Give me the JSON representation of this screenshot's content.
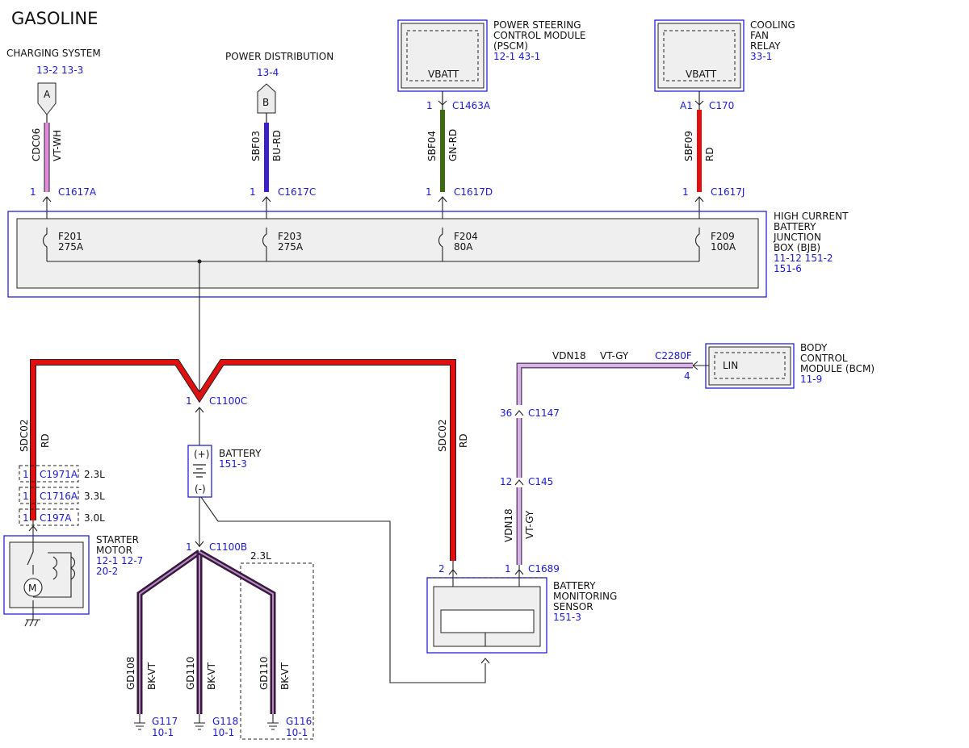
{
  "title": "GASOLINE",
  "components": {
    "charging": {
      "label": "CHARGING SYSTEM",
      "refs": "13-2  13-3",
      "connector": "A"
    },
    "power_dist": {
      "label": "POWER DISTRIBUTION",
      "refs": "13-4",
      "connector": "B"
    },
    "pscm": {
      "label_1": "POWER STEERING",
      "label_2": "CONTROL MODULE",
      "label_3": "(PSCM)",
      "refs": "12-1  43-1",
      "pin_label": "VBATT"
    },
    "cooling_fan": {
      "label_1": "COOLING",
      "label_2": "FAN",
      "label_3": "RELAY",
      "refs": "33-1",
      "pin_label": "VBATT"
    },
    "bjb": {
      "label_1": "HIGH CURRENT",
      "label_2": "BATTERY",
      "label_3": "JUNCTION",
      "label_4": "BOX (BJB)",
      "refs_1": "11-12  151-2",
      "refs_2": "151-6"
    },
    "bcm": {
      "label_1": "BODY",
      "label_2": "CONTROL",
      "label_3": "MODULE (BCM)",
      "refs": "11-9",
      "pin_label": "LIN"
    },
    "battery": {
      "label": "BATTERY",
      "refs": "151-3",
      "plus": "(+)",
      "minus": "(-)"
    },
    "starter": {
      "label_1": "STARTER",
      "label_2": "MOTOR",
      "refs_1": "12-1  12-7",
      "refs_2": "20-2"
    },
    "bms": {
      "label_1": "BATTERY",
      "label_2": "MONITORING",
      "label_3": "SENSOR",
      "refs": "151-3"
    }
  },
  "fuses": [
    {
      "name": "F201",
      "rating": "275A"
    },
    {
      "name": "F203",
      "rating": "275A"
    },
    {
      "name": "F204",
      "rating": "80A"
    },
    {
      "name": "F209",
      "rating": "100A"
    }
  ],
  "wires": {
    "cdc06": {
      "circuit": "CDC06",
      "color": "VT-WH",
      "hex": "#e48be0"
    },
    "sbf03": {
      "circuit": "SBF03",
      "color": "BU-RD",
      "hex": "#3a20c8"
    },
    "sbf04": {
      "circuit": "SBF04",
      "color": "GN-RD",
      "hex": "#3e6a12"
    },
    "sbf09": {
      "circuit": "SBF09",
      "color": "RD",
      "hex": "#e01010"
    },
    "sdc02_left": {
      "circuit": "SDC02",
      "color": "RD"
    },
    "sdc02_right": {
      "circuit": "SDC02",
      "color": "RD"
    },
    "vdn18_top": {
      "circuit": "VDN18",
      "color": "VT-GY"
    },
    "vdn18_low": {
      "circuit": "VDN18",
      "color": "VT-GY"
    },
    "gd108": {
      "circuit": "GD108",
      "color": "BK-VT"
    },
    "gd110a": {
      "circuit": "GD110",
      "color": "BK-VT"
    },
    "gd110b": {
      "circuit": "GD110",
      "color": "BK-VT"
    }
  },
  "connectors": {
    "c1617a": {
      "pin": "1",
      "name": "C1617A"
    },
    "c1617c": {
      "pin": "1",
      "name": "C1617C"
    },
    "c1617d": {
      "pin": "1",
      "name": "C1617D"
    },
    "c1617j": {
      "pin": "1",
      "name": "C1617J"
    },
    "c1463a": {
      "pin": "1",
      "name": "C1463A"
    },
    "c170": {
      "pin": "A1",
      "name": "C170"
    },
    "c1100c": {
      "pin": "1",
      "name": "C1100C"
    },
    "c1100b": {
      "pin": "1",
      "name": "C1100B"
    },
    "c2280f": {
      "pin": "4",
      "name": "C2280F"
    },
    "c1147": {
      "pin": "36",
      "name": "C1147"
    },
    "c145": {
      "pin": "12",
      "name": "C145"
    },
    "c1689": {
      "pin": "1",
      "name": "C1689"
    },
    "bms_pin2": {
      "pin": "2"
    },
    "c1971a": {
      "pin": "1",
      "name": "C1971A",
      "variant": "2.3L"
    },
    "c1716a": {
      "pin": "1",
      "name": "C1716A",
      "variant": "3.3L"
    },
    "c197a": {
      "pin": "1",
      "name": "C197A",
      "variant": "3.0L"
    }
  },
  "grounds": [
    {
      "name": "G117",
      "refs": "10-1"
    },
    {
      "name": "G118",
      "refs": "10-1"
    },
    {
      "name": "G116",
      "refs": "10-1"
    }
  ],
  "variant_box": "2.3L",
  "colors": {
    "blue_text": "#1a1ad6",
    "red_wire": "#e01010",
    "violet_wire": "#c89ad8",
    "black_violet_wire": "#3a1a3a"
  }
}
